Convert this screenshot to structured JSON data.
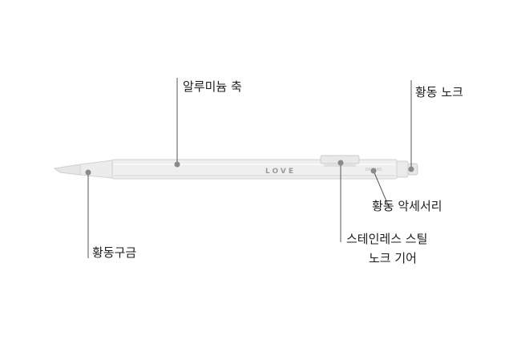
{
  "labels": {
    "aluminum_shaft": "알루미늄 축",
    "brass_knock": "황동 노크",
    "brass_accessory": "황동 악세서리",
    "steel_line1": "스테인레스 스틸",
    "steel_line2": "노크 기어",
    "brass_sphere": "황동구금"
  },
  "pen": {
    "engraving": "LOVE",
    "small_text": "DIOMAS"
  },
  "colors": {
    "leader": "#555555",
    "dot": "#8a8a8a",
    "pen_body": "#ededed",
    "pen_edge": "#cfcfcf"
  }
}
